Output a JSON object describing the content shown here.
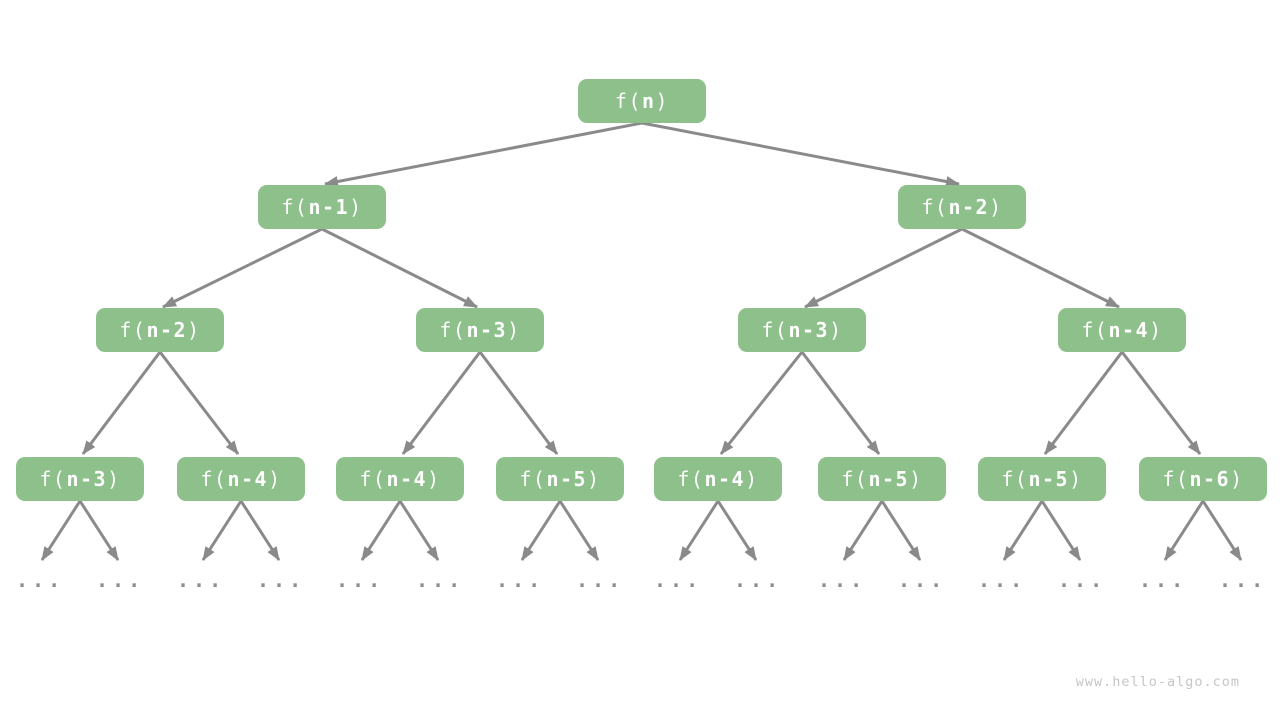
{
  "tree": {
    "levels": [
      {
        "nodes": [
          {
            "fn": "f(",
            "arg": "n",
            "close": ")"
          }
        ]
      },
      {
        "nodes": [
          {
            "fn": "f(",
            "arg": "n-1",
            "close": ")"
          },
          {
            "fn": "f(",
            "arg": "n-2",
            "close": ")"
          }
        ]
      },
      {
        "nodes": [
          {
            "fn": "f(",
            "arg": "n-2",
            "close": ")"
          },
          {
            "fn": "f(",
            "arg": "n-3",
            "close": ")"
          },
          {
            "fn": "f(",
            "arg": "n-3",
            "close": ")"
          },
          {
            "fn": "f(",
            "arg": "n-4",
            "close": ")"
          }
        ]
      },
      {
        "nodes": [
          {
            "fn": "f(",
            "arg": "n-3",
            "close": ")"
          },
          {
            "fn": "f(",
            "arg": "n-4",
            "close": ")"
          },
          {
            "fn": "f(",
            "arg": "n-4",
            "close": ")"
          },
          {
            "fn": "f(",
            "arg": "n-5",
            "close": ")"
          },
          {
            "fn": "f(",
            "arg": "n-4",
            "close": ")"
          },
          {
            "fn": "f(",
            "arg": "n-5",
            "close": ")"
          },
          {
            "fn": "f(",
            "arg": "n-5",
            "close": ")"
          },
          {
            "fn": "f(",
            "arg": "n-6",
            "close": ")"
          }
        ]
      }
    ],
    "leaf_label": "..."
  },
  "watermark": "www.hello-algo.com",
  "colors": {
    "node_fill": "#8dc08b",
    "node_text": "#ffffff",
    "edge": "#8a8a8a",
    "leaf_dots": "#8f8f8f",
    "watermark": "#c6c6c6",
    "background": "#ffffff"
  }
}
